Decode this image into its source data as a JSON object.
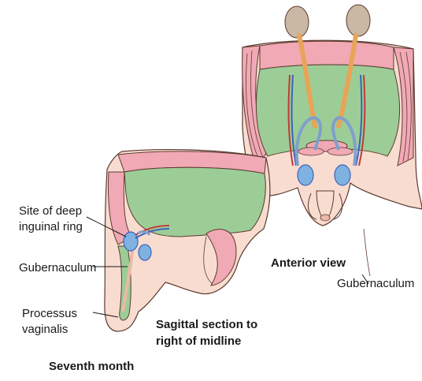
{
  "labels": {
    "site_line1": "Site of deep",
    "site_line2": "inguinal ring",
    "gubernaculum_left": "Gubernaculum",
    "processus_line1": "Processus",
    "processus_line2": "vaginalis",
    "anterior_view": "Anterior view",
    "gubernaculum_right": "Gubernaculum",
    "sagittal_line1": "Sagittal section to",
    "sagittal_line2": "right of midline",
    "seventh_month": "Seventh month"
  },
  "colors": {
    "skin": "#f8dcd0",
    "skin_dark": "#eab9a6",
    "cut_wall": "#f1a9b5",
    "cavity": "#9ccd97",
    "testis": "#7fb2e0",
    "vas": "#e8a458",
    "kidney": "#c9b8a4",
    "artery": "#c03a3a",
    "vein": "#3a64b8",
    "outline": "#5c3a30"
  }
}
